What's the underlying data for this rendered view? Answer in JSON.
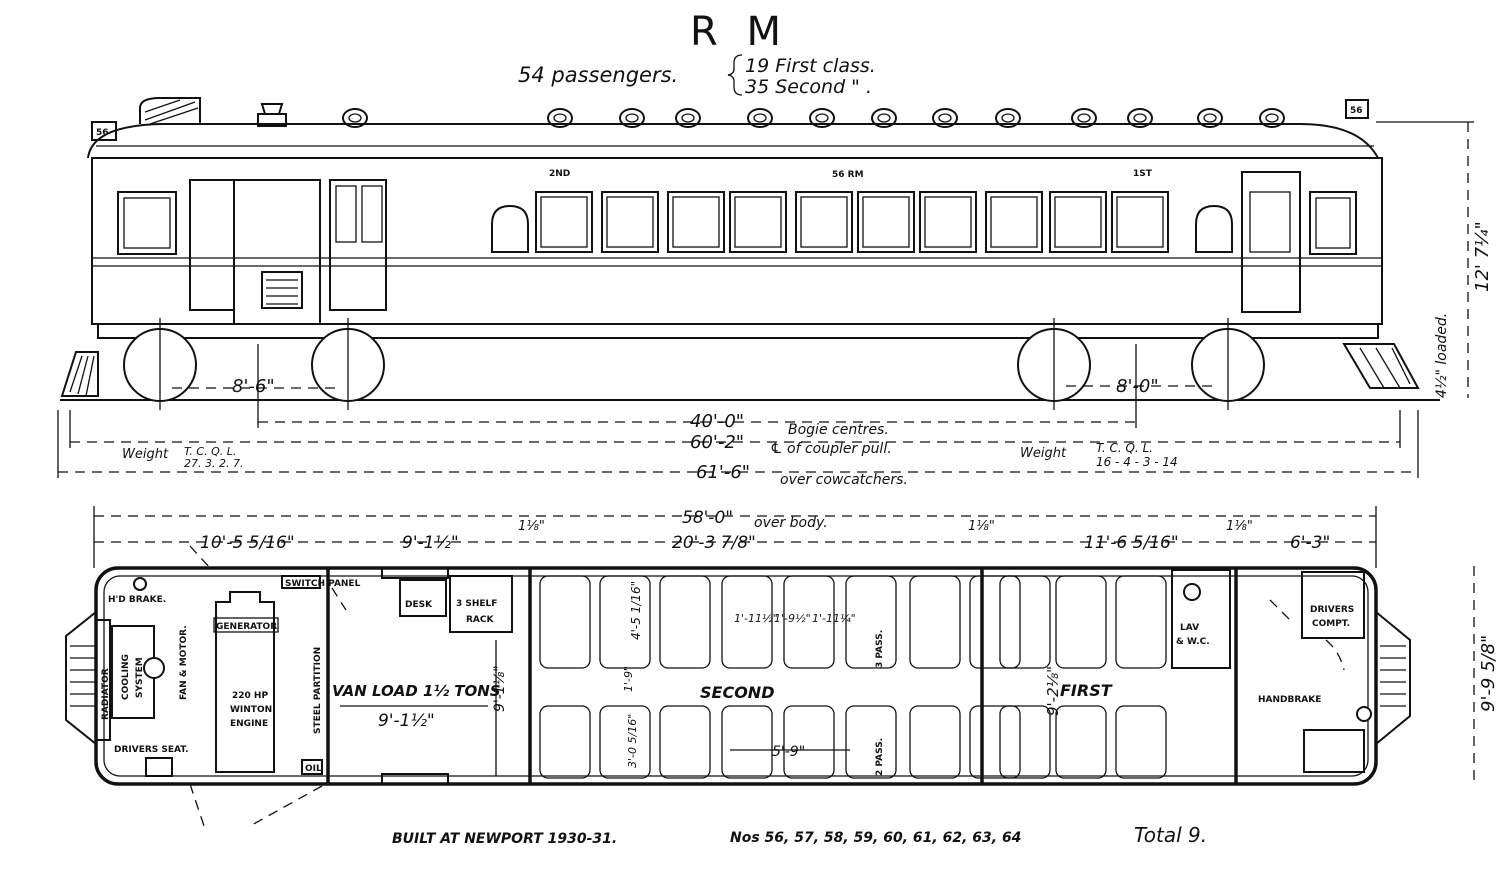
{
  "title": "R M",
  "capacity": {
    "total": "54 passengers.",
    "first": "19 First class.",
    "second": "35 Second  \"  ."
  },
  "elevation": {
    "car_number": "56 RM",
    "class_2nd": "2ND",
    "class_1st": "1ST",
    "number_plate": "56",
    "loaded_height": "4½\" loaded.",
    "overall_height": "12' 7¼\"",
    "bogie_wheelbase_left": "8'-6\"",
    "bogie_wheelbase_right": "8'-0\"",
    "bogie_centres_value": "40'-0\"",
    "bogie_centres_label": "Bogie centres.",
    "coupler_value": "60'-2\"",
    "coupler_label": "℄ of coupler pull.",
    "cowcatchers_value": "61'-6\"",
    "cowcatchers_label": "over cowcatchers.",
    "weight_left_label": "Weight",
    "weight_left_units": "T. C. Q. L.",
    "weight_left_values": "27. 3. 2. 7.",
    "weight_right_label": "Weight",
    "weight_right_units": "T. C. Q. L.",
    "weight_right_values": "16 - 4 - 3 - 14"
  },
  "plan": {
    "body_value": "58'-0\"",
    "body_label": "over body.",
    "dim_engine": "10'-5 5/16\"",
    "dim_van": "9'-1½\"",
    "dim_part1": "1⅛\"",
    "dim_second": "20'-3 7/8\"",
    "dim_part2": "1⅛\"",
    "dim_first": "11'-6 5/16\"",
    "dim_part3": "1⅛\"",
    "dim_cab": "6'-3\"",
    "width": "9'-9 5/8\"",
    "hand_brake": "H'D BRAKE.",
    "radiator": "RADIATOR",
    "cooling": "COOLING",
    "system": "SYSTEM",
    "fan_motor": "FAN & MOTOR.",
    "generator": "GENERATOR",
    "engine_1": "220 HP",
    "engine_2": "WINTON",
    "engine_3": "ENGINE",
    "switch_panel": "SWITCH PANEL",
    "steel_partition": "STEEL PARTITION",
    "oil": "OIL",
    "drivers_seat": "DRIVERS SEAT.",
    "desk": "DESK",
    "shelf_1": "3 SHELF",
    "shelf_2": "RACK",
    "van_load": "VAN LOAD 1½ TONS",
    "van_width": "9'-1⅛\"",
    "van_length": "9'-1½\"",
    "seat_pitch": "4'-5 1/16\"",
    "seat_1": "1'-11½\"",
    "seat_2": "1'-9½\"",
    "seat_3": "1'-11¼\"",
    "aisle_1": "1'-9\"",
    "aisle_2": "3'-0 5/16\"",
    "bay": "5'-9\"",
    "three_pass": "3 PASS.",
    "two_pass": "2 PASS.",
    "second": "SECOND",
    "first": "FIRST",
    "first_width": "9'-2⅛\"",
    "lav_1": "LAV",
    "lav_2": "& W.C.",
    "drivers_1": "DRIVERS",
    "drivers_2": "COMPT.",
    "handbrake": "HANDBRAKE"
  },
  "footer": {
    "built": "BUILT AT NEWPORT 1930-31.",
    "numbers": "Nos 56, 57, 58, 59, 60, 61, 62, 63, 64",
    "total": "Total 9."
  }
}
